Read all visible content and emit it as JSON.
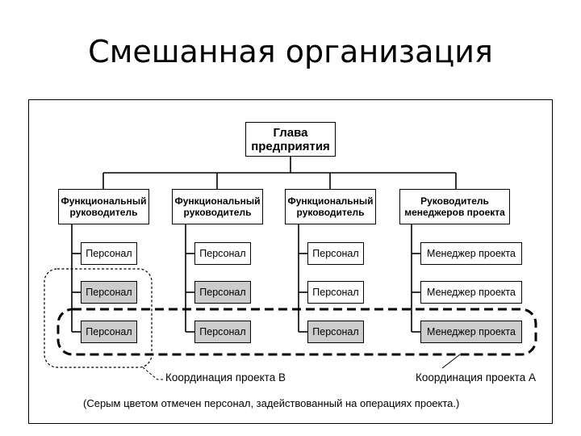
{
  "title": "Смешанная организация",
  "head": "Глава предприятия",
  "managers": [
    "Функциональный руководитель",
    "Функциональный руководитель",
    "Функциональный руководитель",
    "Руководитель менеджеров проекта"
  ],
  "columns": [
    [
      "Персонал",
      "Персонал",
      "Персонал"
    ],
    [
      "Персонал",
      "Персонал",
      "Персонал"
    ],
    [
      "Персонал",
      "Персонал",
      "Персонал"
    ],
    [
      "Менеджер проекта",
      "Менеджер проекта",
      "Менеджер проекта"
    ]
  ],
  "coordination_b": "Координация проекта В",
  "coordination_a": "Координация проекта А",
  "note": "(Серым цветом отмечен персонал, задействованный на операциях проекта.)",
  "colors": {
    "gray_fill": "#cccccc",
    "line": "#000000"
  }
}
